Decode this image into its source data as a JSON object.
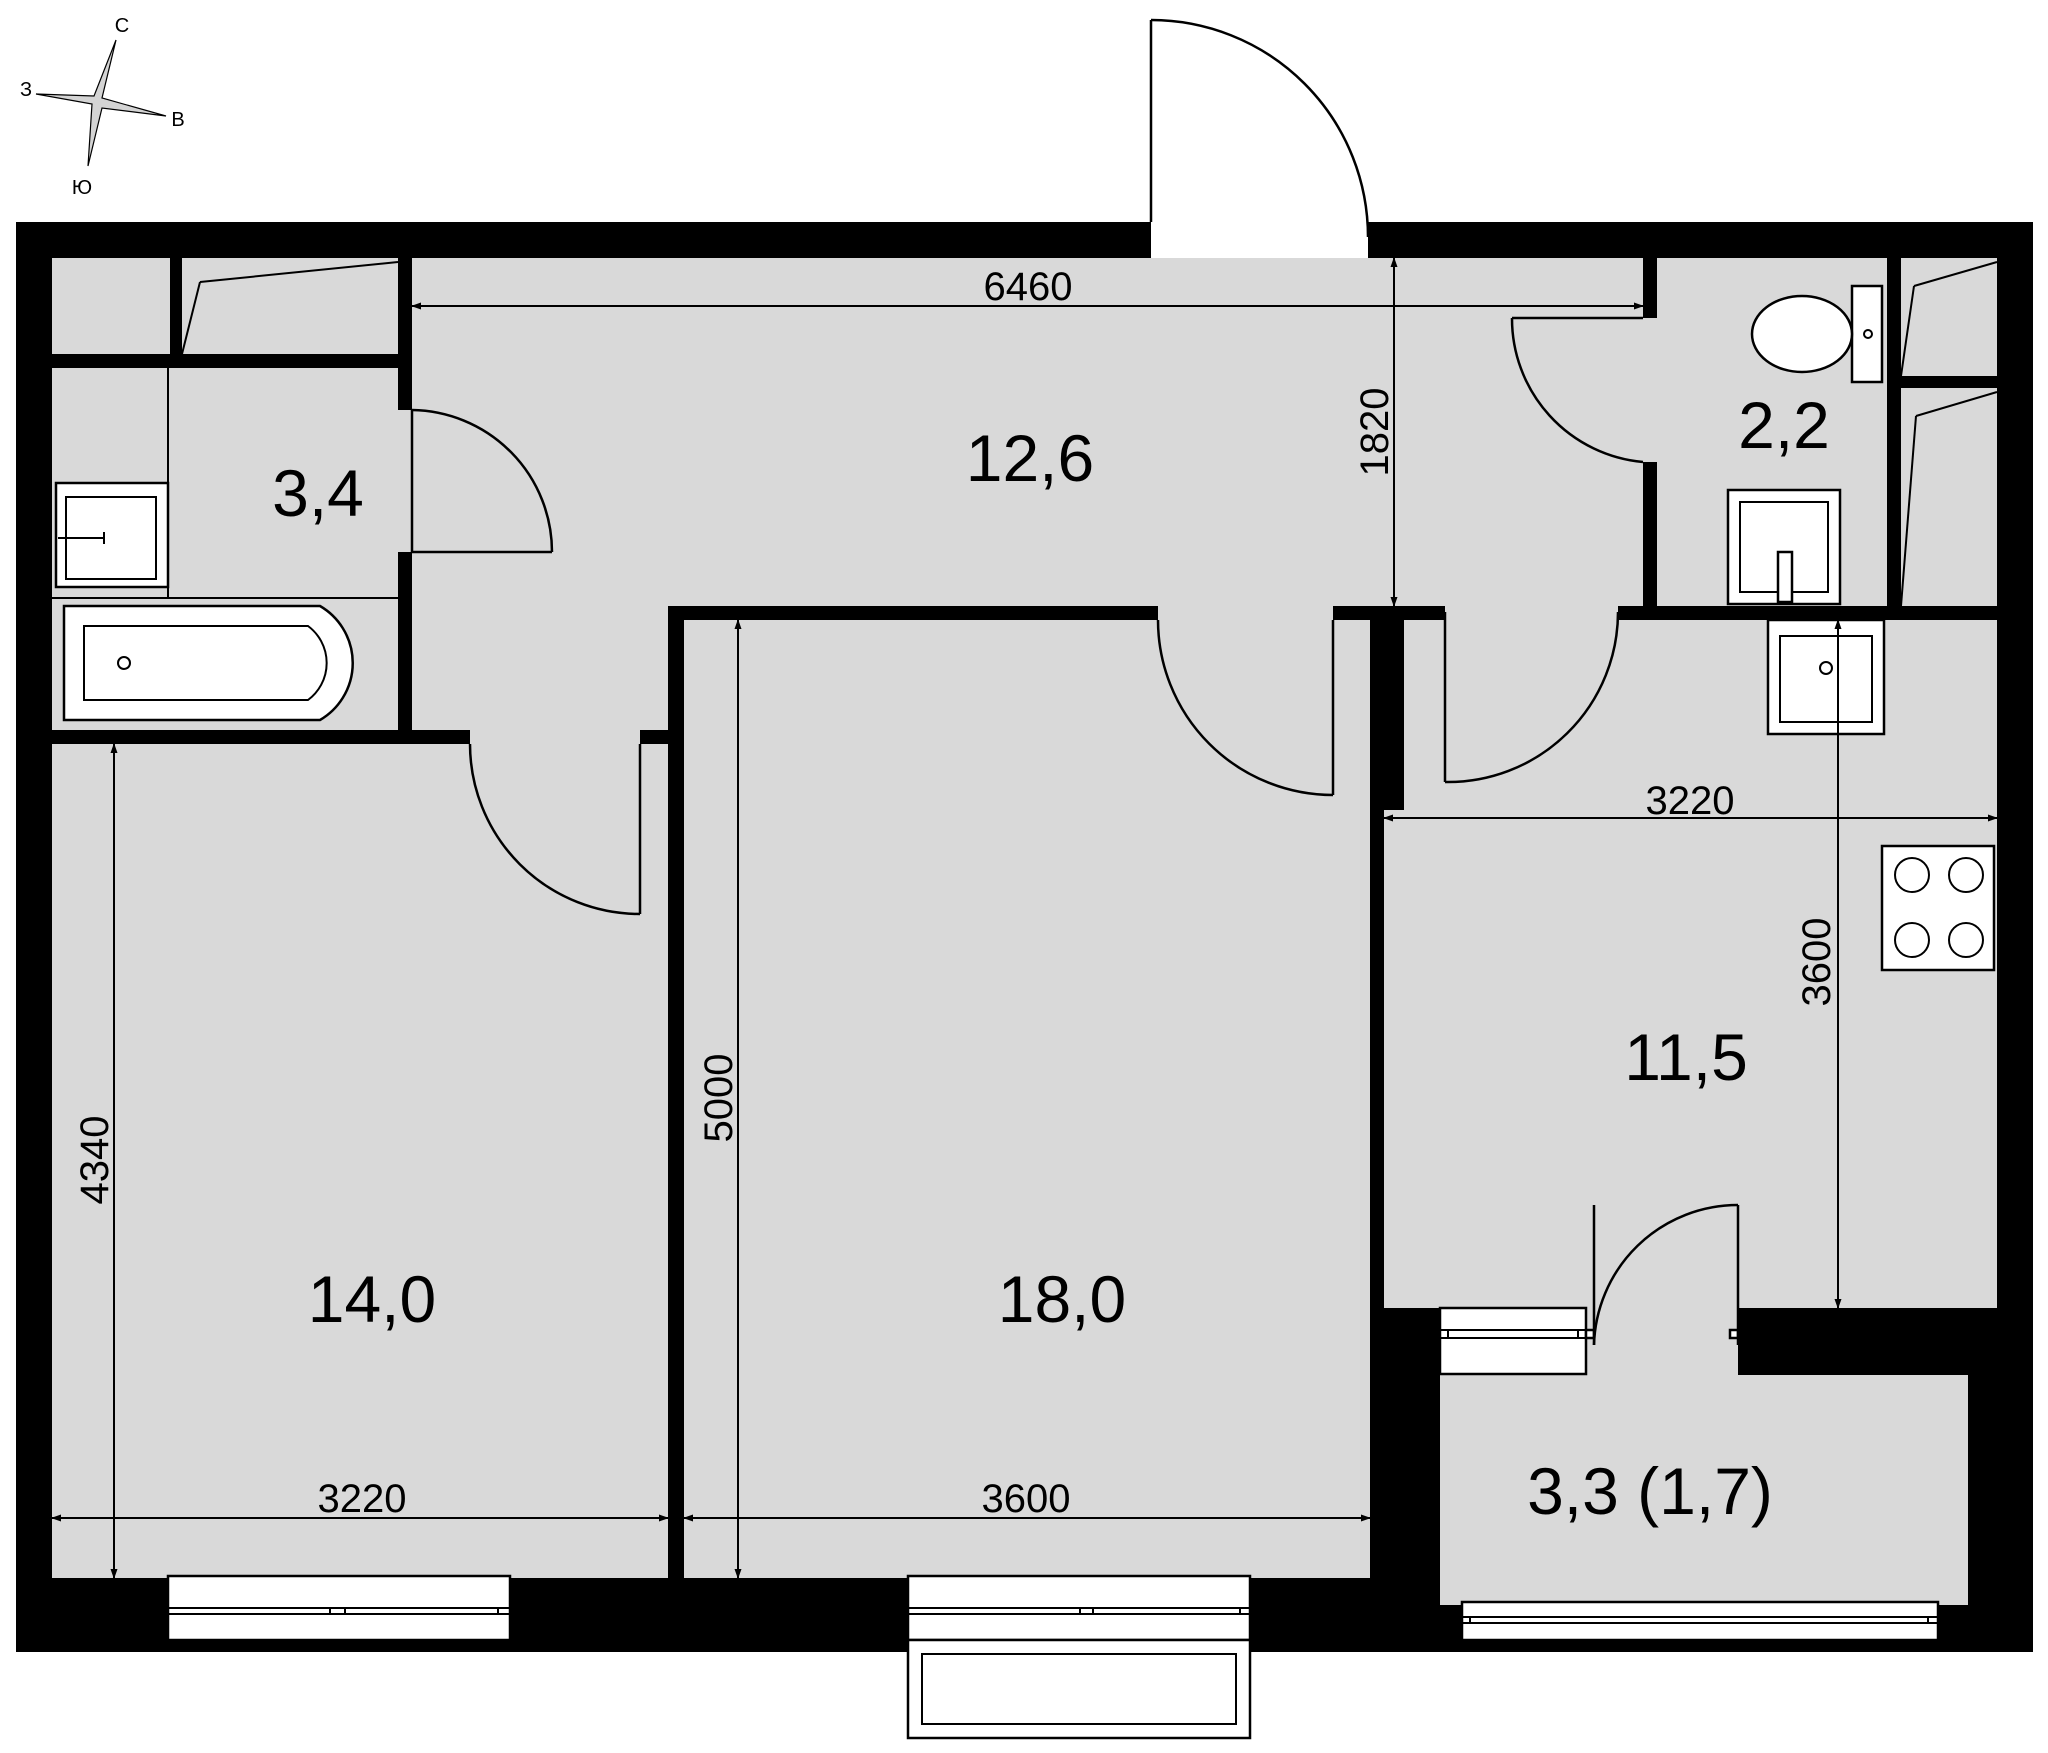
{
  "compass": {
    "north": "С",
    "east": "В",
    "south": "Ю",
    "west": "З"
  },
  "rooms": {
    "hall": {
      "area": "12,6"
    },
    "bathroom": {
      "area": "3,4"
    },
    "wc": {
      "area": "2,2"
    },
    "bedroom": {
      "area": "14,0"
    },
    "living": {
      "area": "18,0"
    },
    "kitchen": {
      "area": "11,5"
    },
    "balcony": {
      "area": "3,3 (1,7)"
    }
  },
  "dimensions": {
    "hall_width": "6460",
    "hall_depth": "1820",
    "kitchen_width": "3220",
    "kitchen_depth": "3600",
    "bedroom_depth": "4340",
    "bedroom_width": "3220",
    "living_depth": "5000",
    "living_width": "3600"
  },
  "colors": {
    "floor": "#d9d9d9",
    "wall": "#000000",
    "background": "#ffffff"
  }
}
